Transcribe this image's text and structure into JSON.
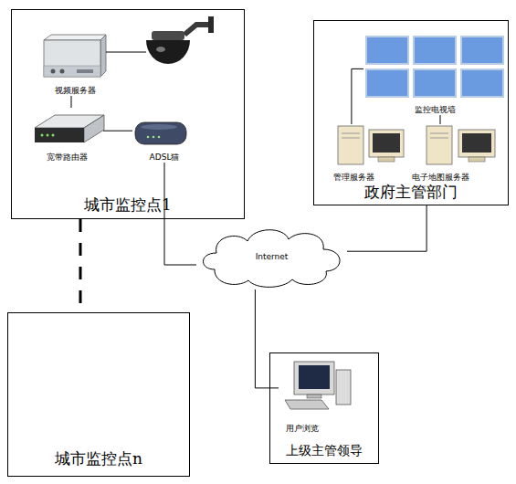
{
  "diagram": {
    "nodes": [
      {
        "text": [
          "城市监控点1"
        ]
      },
      {
        "text": [
          "视频服务器"
        ],
        "in": 0
      },
      {
        "text": [
          "宽带路由器"
        ],
        "in": 0
      },
      {
        "text": [
          "ADSL猫"
        ],
        "in": 0
      },
      {
        "text": [
          "政府主管部门"
        ]
      },
      {
        "text": [
          "监控电视墙"
        ],
        "in": 4
      },
      {
        "text": [
          "管理服务器"
        ],
        "in": 4
      },
      {
        "text": [
          "电子地图服务器"
        ],
        "in": 4
      },
      {
        "text": [
          "Internet"
        ]
      },
      {
        "text": [
          "城市监控点n"
        ]
      },
      {
        "text": [
          "上级主管领导"
        ]
      },
      {
        "text": [
          "用户浏览"
        ],
        "in": 10
      }
    ],
    "edges": [
      {
        "from": 1,
        "to": 2,
        "arrow": "none"
      },
      {
        "from": 2,
        "to": 3,
        "arrow": "none"
      },
      {
        "from": 6,
        "to": 5,
        "arrow": "none"
      },
      {
        "from": 7,
        "to": 5,
        "arrow": "none"
      },
      {
        "from": 3,
        "to": 8,
        "arrow": "none"
      },
      {
        "from": 4,
        "to": 8,
        "arrow": "none"
      },
      {
        "from": 8,
        "to": 11,
        "arrow": "none"
      },
      {
        "from": 0,
        "to": 9,
        "arrow": "none"
      }
    ]
  }
}
